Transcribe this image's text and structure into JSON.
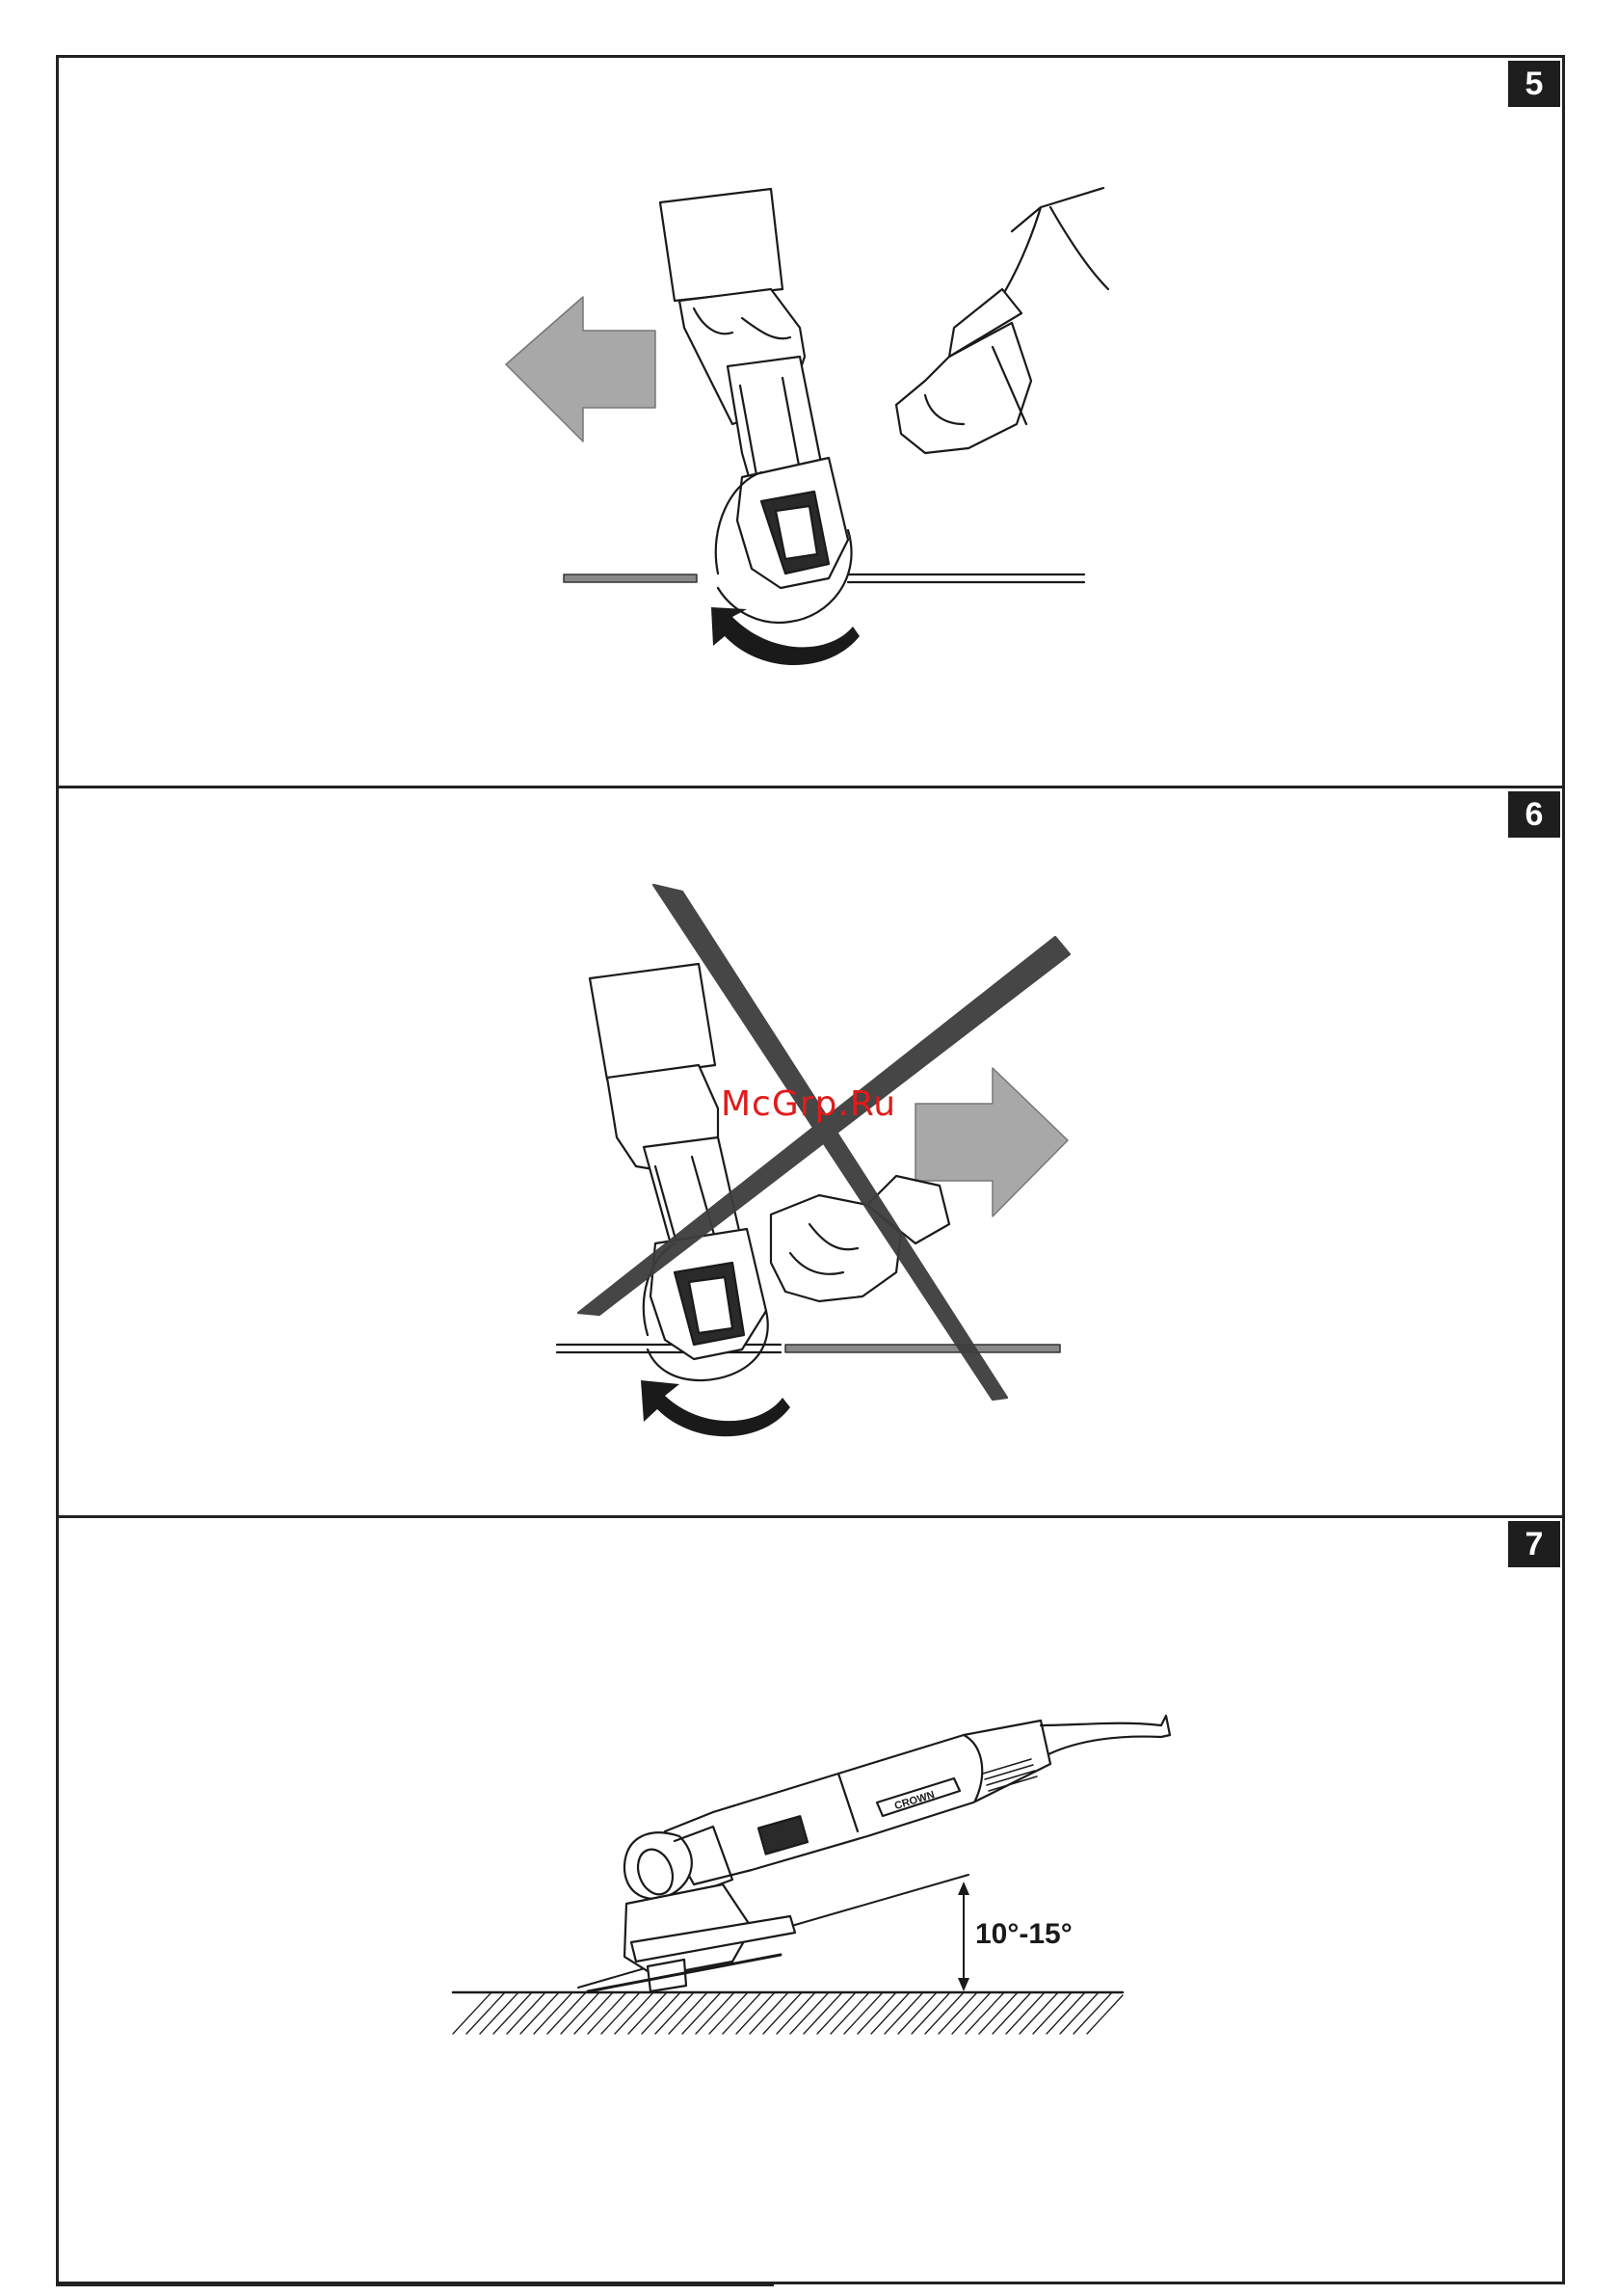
{
  "figures": [
    {
      "number": "5",
      "kind": "correct"
    },
    {
      "number": "6",
      "kind": "incorrect"
    },
    {
      "number": "7",
      "kind": "angle"
    }
  ],
  "watermark": "McGrp.Ru",
  "angle_label": "10°-15°",
  "brand_on_tool": "CROWN",
  "colors": {
    "arrow_fill": "#a8a8a8",
    "cross": "#3d3d3d",
    "ink": "#1a1a1a",
    "watermark": "#e21b1b"
  },
  "icons": [
    "direction-arrow-left-icon",
    "direction-arrow-right-icon",
    "rotation-arrow-icon",
    "prohibited-cross-icon"
  ]
}
